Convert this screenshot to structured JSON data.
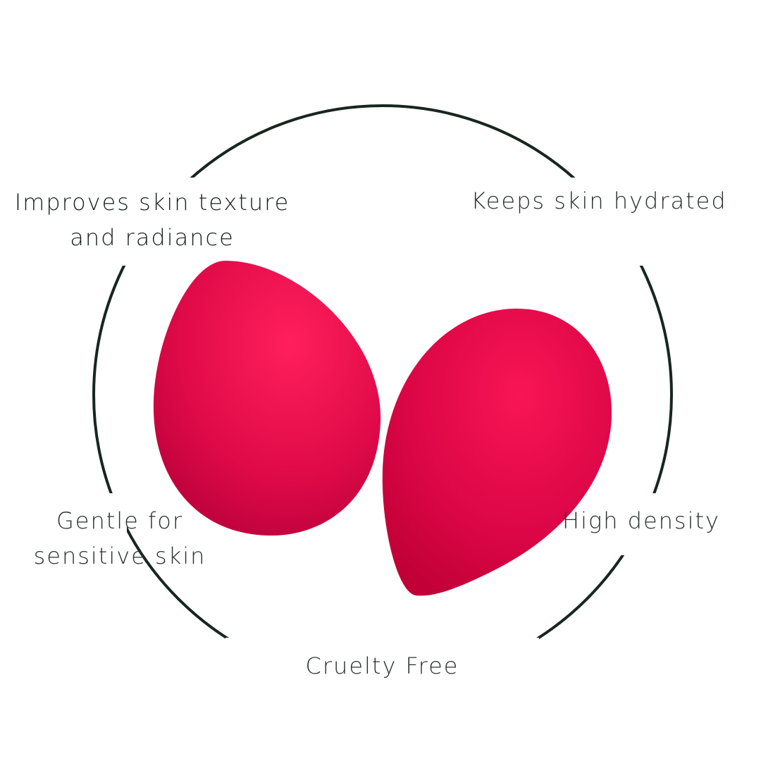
{
  "colors": {
    "ring": "#17261f",
    "sponge_light": "#ff1f5c",
    "sponge_dark": "#c2003a",
    "text": "#2a302d"
  },
  "labels": {
    "top_left_line1": "Improves skin texture",
    "top_left_line2": "and radiance",
    "top_right": "Keeps skin hydrated",
    "bottom_left_line1": "Gentle for",
    "bottom_left_line2": "sensitive skin",
    "bottom_right": "High density",
    "bottom": "Cruelty Free"
  }
}
